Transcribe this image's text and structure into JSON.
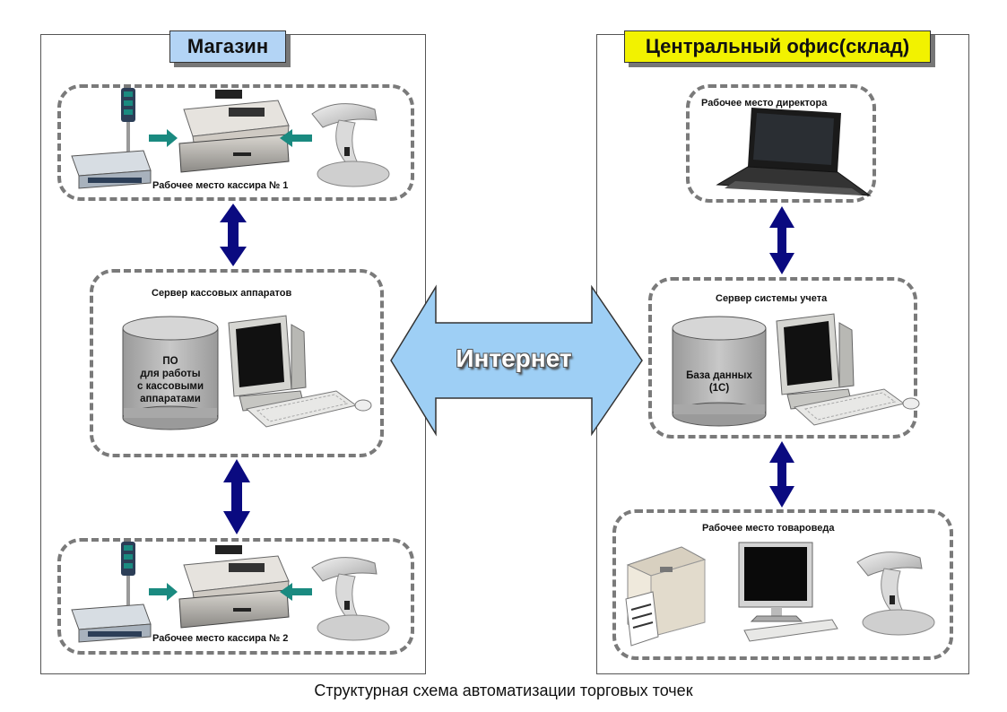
{
  "shop": {
    "title": "Магазин",
    "cashier1_label": "Рабочее место кассира № 1",
    "cashier2_label": "Рабочее место кассира № 2",
    "server_label": "Сервер кассовых аппаратов",
    "server_db_text": "ПО\nдля работы\nс кассовыми\nаппаратами"
  },
  "office": {
    "title": "Центральный офис(склад)",
    "director_label": "Рабочее место директора",
    "server_label": "Сервер системы учета",
    "server_db_text": "База данных\n(1С)",
    "merch_label": "Рабочее место товароведа"
  },
  "internet_label": "Интернет",
  "caption": "Структурная схема автоматизации торговых точек",
  "colors": {
    "shop_title_bg": "#b3d4f5",
    "office_title_bg": "#f2f200",
    "internet_arrow": "#9ecff5",
    "link_arrow": "#0a0a80",
    "device_arrow": "#1a8a80"
  }
}
